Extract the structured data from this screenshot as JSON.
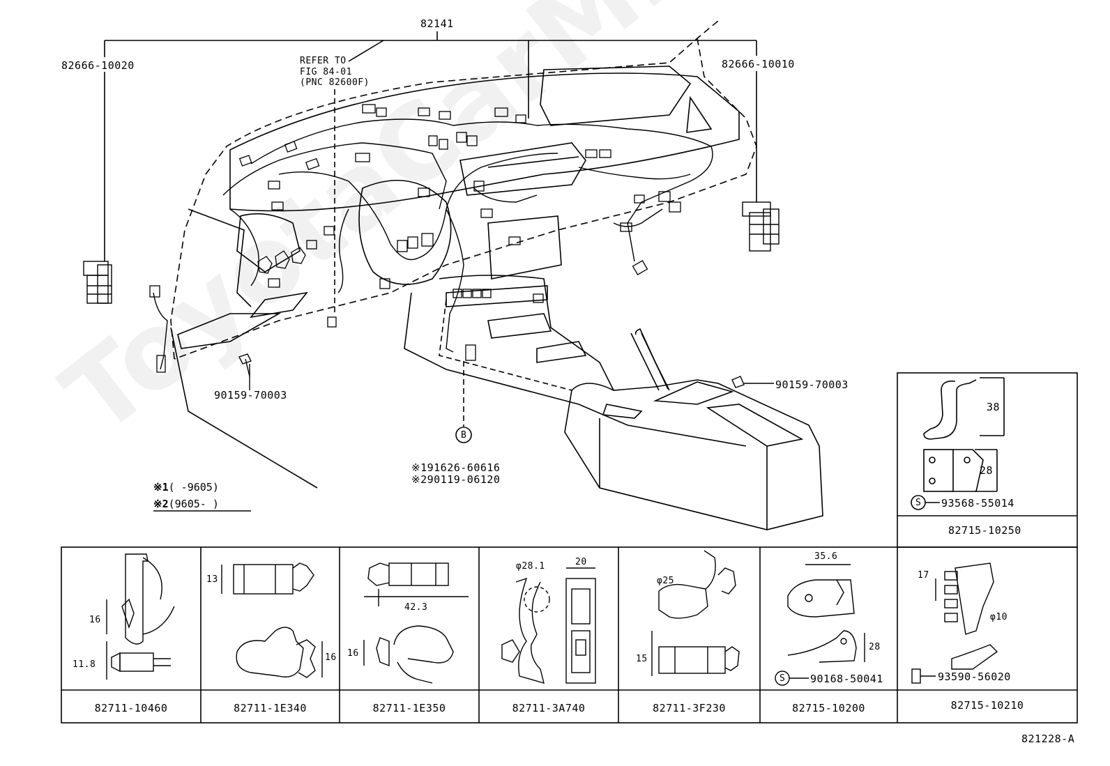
{
  "watermark": "ToyotaCarMine.ru",
  "figure_id": "821228-A",
  "main_parts": {
    "harness": "82141",
    "connector_left": "82666-10020",
    "connector_right": "82666-10010",
    "refer_line1": "REFER TO",
    "refer_line2": "FIG 84-01",
    "refer_line3": "(PNC 82600F)",
    "bolt_left": "90159-70003",
    "bolt_right": "90159-70003",
    "callout_b": "B",
    "alt1": "※191626-60616",
    "alt2": "※290119-06120"
  },
  "notes": {
    "note1_mark": "※1",
    "note1_text": "(      -9605)",
    "note2_mark": "※2",
    "note2_text": "(9605-      )"
  },
  "side_part": {
    "dim_height": "38",
    "dim_plate": "28",
    "screw": "93568-55014",
    "screw_mark": "S",
    "part": "82715-10250"
  },
  "clamps": [
    {
      "part": "82711-10460",
      "dim1": "16",
      "dim2": "11.8"
    },
    {
      "part": "82711-1E340",
      "dim1": "13",
      "dim2": "16"
    },
    {
      "part": "82711-1E350",
      "dim1": "42.3",
      "dim2": "16"
    },
    {
      "part": "82711-3A740",
      "dim1": "φ28.1",
      "dim2": "20"
    },
    {
      "part": "82711-3F230",
      "dim1": "φ25",
      "dim2": "15"
    },
    {
      "part": "82715-10200",
      "dim1": "35.6",
      "dim2": "28",
      "screw": "90168-50041",
      "screw_mark": "S"
    },
    {
      "part": "82715-10210",
      "dim1": "17",
      "dim2": "φ10",
      "screw": "93590-56020"
    }
  ]
}
